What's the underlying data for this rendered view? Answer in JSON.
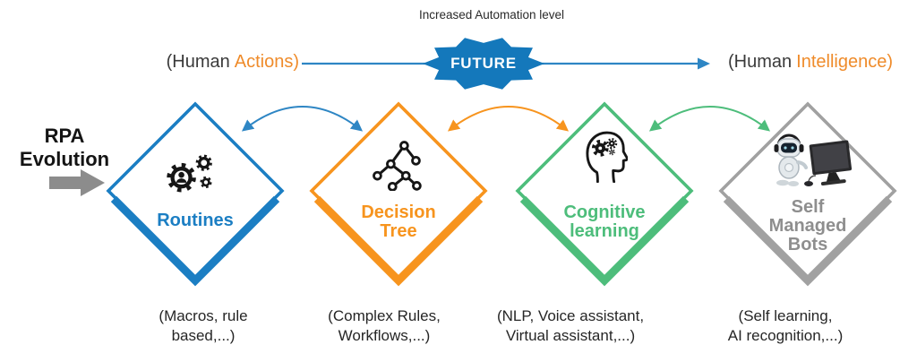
{
  "header": {
    "automation_label": "Increased Automation level"
  },
  "future_badge": {
    "label": "FUTURE",
    "color": "#1478bb"
  },
  "axis": {
    "line_color": "#2e86c4",
    "left_label_black": "(Human",
    "left_label_orange": "Actions)",
    "right_label_black": "(Human",
    "right_label_orange": "Intelligence)"
  },
  "evolution_arrow": {
    "line1": "RPA",
    "line2": "Evolution",
    "arrow_color": "#8c8c8c"
  },
  "stages": [
    {
      "name": "routines",
      "color": "#1b7ec3",
      "icon": "user-gears-icon",
      "label_lines": [
        "Routines"
      ],
      "caption_lines": [
        "(Macros, rule",
        "based,...)"
      ]
    },
    {
      "name": "decision-tree",
      "color": "#f7941e",
      "icon": "decision-tree-icon",
      "label_lines": [
        "Decision",
        "Tree"
      ],
      "caption_lines": [
        "(Complex Rules,",
        "Workflows,...)"
      ]
    },
    {
      "name": "cognitive-learning",
      "color": "#4dbd7b",
      "icon": "head-gears-icon",
      "label_lines": [
        "Cognitive",
        "learning"
      ],
      "caption_lines": [
        "(NLP, Voice assistant,",
        "Virtual assistant,...)"
      ]
    },
    {
      "name": "self-managed-bots",
      "color": "#a1a1a1",
      "label_color": "#8e8e8e",
      "icon": "robot-computer-icon",
      "label_lines": [
        "Self",
        "Managed",
        "Bots"
      ],
      "caption_lines": [
        "(Self learning,",
        "AI recognition,...)"
      ]
    }
  ],
  "connectors": [
    {
      "between": "routines/decision-tree",
      "color": "#2e86c4",
      "direction": "double"
    },
    {
      "between": "decision-tree/cognitive-learning",
      "color": "#f7941e",
      "direction": "double"
    },
    {
      "between": "cognitive-learning/self-managed-bots",
      "color": "#4dbd7b",
      "direction": "double"
    }
  ]
}
